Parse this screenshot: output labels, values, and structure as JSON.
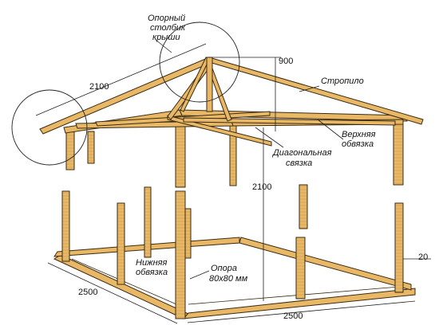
{
  "labels": {
    "roof_support_post_line1": "Опорный",
    "roof_support_post_line2": "столбик",
    "roof_support_post_line3": "крыши",
    "rafter": "Стропило",
    "top_tie_line1": "Верхняя",
    "top_tie_line2": "обвязка",
    "diagonal_tie_line1": "Диагональная",
    "diagonal_tie_line2": "связка",
    "bottom_tie_line1": "Нижняя",
    "bottom_tie_line2": "обвязка",
    "support_line1": "Опора",
    "support_line2": "80x80 мм"
  },
  "dimensions": {
    "roof_height": "900",
    "rafter_length": "2100",
    "post_height": "2100",
    "base_width_left": "2500",
    "base_width_bottom": "2500",
    "side_small": "20"
  },
  "colors": {
    "wood": "#e8b866",
    "wood_dark": "#b9853a",
    "outline": "#3a2a12"
  }
}
